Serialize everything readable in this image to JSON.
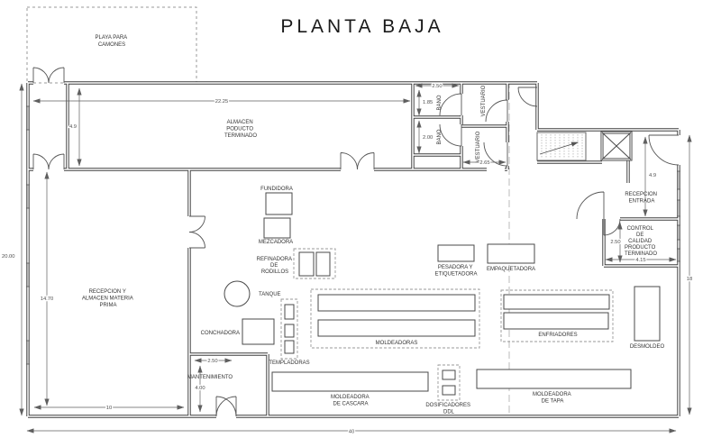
{
  "title": "PLANTA  BAJA",
  "rooms": {
    "playa": {
      "line1": "PLAYA PARA",
      "line2": "CAMONES"
    },
    "almacen_producto": {
      "line1": "ALMACEN",
      "line2": "PODUCTO",
      "line3": "TERMINADO"
    },
    "bano": "BANO",
    "vestuario": "VESTUARIO",
    "recepcion_entrada": {
      "line1": "RECEPCION",
      "line2": "ENTRADA"
    },
    "control_calidad": {
      "line1": "CONTROL",
      "line2": "DE",
      "line3": "CALIDAD",
      "line4": "PRODUCTO",
      "line5": "TERMINADO"
    },
    "materia_prima": {
      "line1": "RECEPCION Y",
      "line2": "ALMACEN MATERIA",
      "line3": "PRIMA"
    },
    "mantenimiento": "MANTENIMIENTO"
  },
  "equipment": {
    "fundidora": "FUNDIDORA",
    "mezcadora": "MEZCADORA",
    "refinadora": {
      "line1": "REFINADORA",
      "line2": "DE",
      "line3": "RODILLOS"
    },
    "tanque": "TANQUE",
    "conchadora": "CONCHADORA",
    "templadoras": "TEMPLADORAS",
    "moldeadoras": "MOLDEADORAS",
    "pesadora": {
      "line1": "PESADORA Y",
      "line2": "ETIQUETADORA"
    },
    "empaquetadora": "EMPAQUETADORA",
    "enfriadores": "ENFRIADORES",
    "desmoldeo": "DESMOLDEO",
    "moldeadora_cascara": {
      "line1": "MOLDEADORA",
      "line2": "DE CASCARA"
    },
    "dosificadores": {
      "line1": "DOSIFICADORES",
      "line2": "DDL"
    },
    "moldeadora_tapa": {
      "line1": "MOLDEADORA",
      "line2": "DE TAPA"
    }
  },
  "dimensions": {
    "ancho_almacen": "22.25",
    "alto_almacen": "4.9",
    "ancho_bano": "2.50",
    "alto_bano1": "1.85",
    "alto_bano2": "2.00",
    "ancho_vestuario": "2.65",
    "alto_recepcion": "4.9",
    "alto_control": "2.50",
    "ancho_control": "4.15",
    "alto_derecha": "18",
    "alto_total": "20.00",
    "alto_materia_prima": "14.70",
    "ancho_materia_prima": "10",
    "ancho_total": "40",
    "ancho_mantenimiento": "2.50",
    "alto_mantenimiento": "4.00"
  },
  "colors": {
    "wall": "#3f3f3f",
    "fixture": "#555555",
    "dimension": "#5f5f5f",
    "dashed": "#999999",
    "background": "#ffffff",
    "text": "#333333"
  }
}
